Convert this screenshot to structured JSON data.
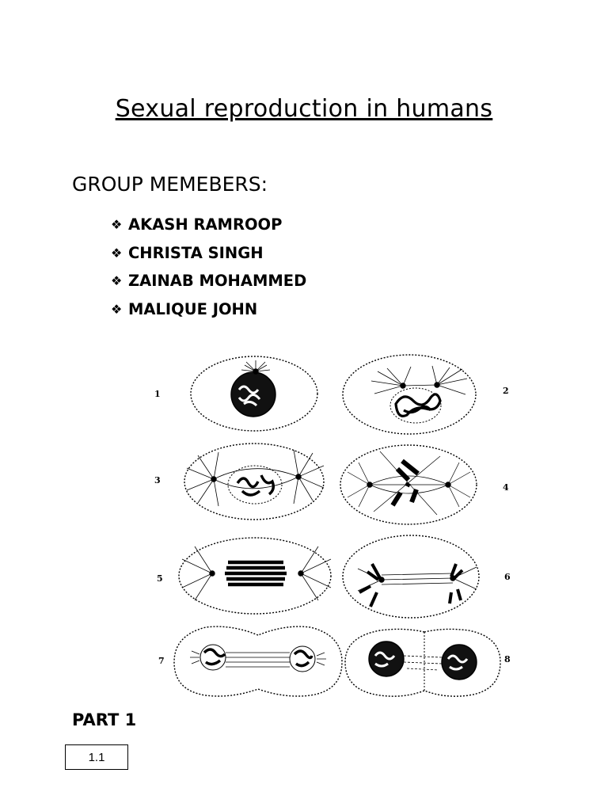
{
  "document": {
    "title": "Sexual reproduction in humans",
    "group_heading": "GROUP MEMEBERS:",
    "bullet_glyph": "❖",
    "members": [
      "AKASH RAMROOP",
      "CHRISTA SINGH",
      "ZAINAB MOHAMMED",
      "MALIQUE JOHN"
    ],
    "figure": {
      "stage_labels": [
        "1",
        "2",
        "3",
        "4",
        "5",
        "6",
        "7",
        "8"
      ]
    },
    "part_heading": "PART 1",
    "section_label": "1.1"
  }
}
